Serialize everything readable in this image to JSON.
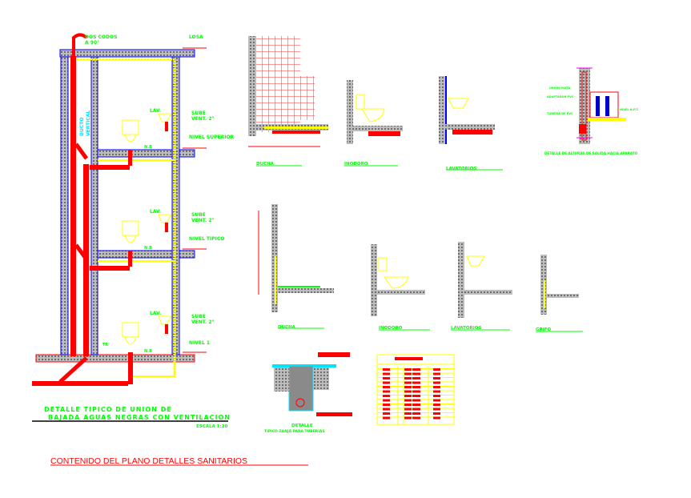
{
  "colors": {
    "background": "#ffffff",
    "pipe_waste": "#ff0000",
    "pipe_vent": "#ffff00",
    "wall": "#9a9a9a",
    "outline": "#0000ff",
    "text": "#00ff00",
    "title": "#ff0000"
  },
  "main_detail": {
    "labels": {
      "elbows": "DOS CODOS",
      "elbows_angle": "A 90°",
      "slab": "LOSA",
      "duct_1": "DUCTO",
      "duct_2": "VERTICAL",
      "lav_top": "LAV.",
      "lav_mid": "LAV.",
      "lav_bot": "LAV.",
      "vent_top_1": "SUBE",
      "vent_top_2": "VENT. 2\"",
      "vent_mid_1": "SUBE",
      "vent_mid_2": "VENT. 2\"",
      "vent_bot_1": "SUBE",
      "vent_bot_2": "VENT. 2\"",
      "level_top": "NIVEL SUPERIOR",
      "level_mid": "NIVEL TIPICO",
      "level_bot": "NIVEL 1",
      "trap": "TR",
      "nb_top": "N.B",
      "nb_mid": "N.B",
      "nb_bot": "N.B"
    },
    "title_line1": "DETALLE TIPICO DE UNION DE",
    "title_line2": "BAJADA AGUAS NEGRAS CON VENTILACION",
    "scale": "ESCALA 1:20"
  },
  "details_top": [
    {
      "label": "DUCHA"
    },
    {
      "label": "INODORO"
    },
    {
      "label": "LAVATORIOS"
    }
  ],
  "fixture_height_detail": {
    "title": "DETALLE DE ALTURAS DE SALIDA HACIA APARATO",
    "labels": [
      "UNION MIXTA",
      "ADAPTADOR PVC",
      "TUBERIA DE PVC",
      "NIVEL N.P.T."
    ]
  },
  "details_bottom": [
    {
      "label": "DUCHA"
    },
    {
      "label": "INODORO"
    },
    {
      "label": "LAVATORIOS"
    },
    {
      "label": "GRIFO"
    }
  ],
  "trench_detail": {
    "title_line1": "DETALLE",
    "title_line2": "TIPICO ZANJA PARA TUBERIAS"
  },
  "sheet_title": "CONTENIDO DEL PLANO DETALLES SANITARIOS"
}
